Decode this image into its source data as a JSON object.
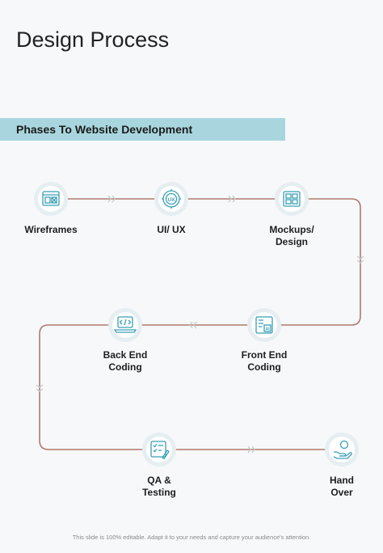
{
  "title": "Design Process",
  "banner": {
    "label": "Phases To Website Development"
  },
  "steps": [
    {
      "label": "Wireframes",
      "icon": "wireframe-layout-icon"
    },
    {
      "label": "UI/ UX",
      "icon": "ux-circle-icon",
      "badge": "UX"
    },
    {
      "label": "Mockups/\nDesign",
      "icon": "mockup-grid-icon"
    },
    {
      "label": "Front End\nCoding",
      "icon": "front-end-screen-icon",
      "badge": "AI"
    },
    {
      "label": "Back End\nCoding",
      "icon": "code-laptop-icon"
    },
    {
      "label": "QA &\nTesting",
      "icon": "checklist-pencil-icon"
    },
    {
      "label": "Hand\nOver",
      "icon": "hand-handover-icon"
    }
  ],
  "footer": "This slide is 100% editable. Adapt it to your needs and capture your audience's attention.",
  "colors": {
    "banner": "#a9d6de",
    "line": "#b07a6e",
    "icon": "#3a9fb5",
    "halo": "#e6eef1"
  }
}
